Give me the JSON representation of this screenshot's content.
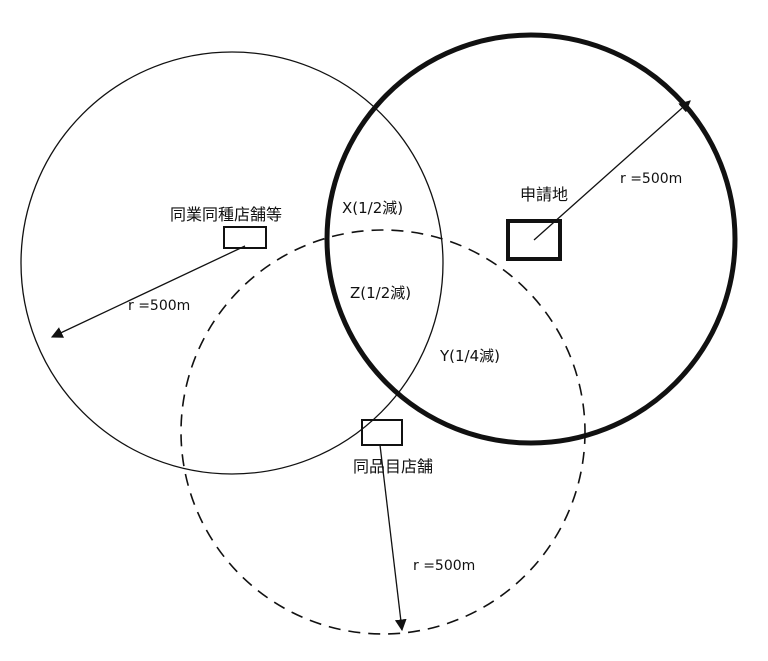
{
  "labels": {
    "competitor_same_type": "同業同種店舗等",
    "applicant_site": "申請地",
    "same_item_store": "同品目店舗",
    "zone_x": "X(1/2減)",
    "zone_z": "Z(1/2減)",
    "zone_y": "Y(1/4減)",
    "radius_left": "r =500m",
    "radius_right": "r =500m",
    "radius_bottom": "r =500m"
  }
}
